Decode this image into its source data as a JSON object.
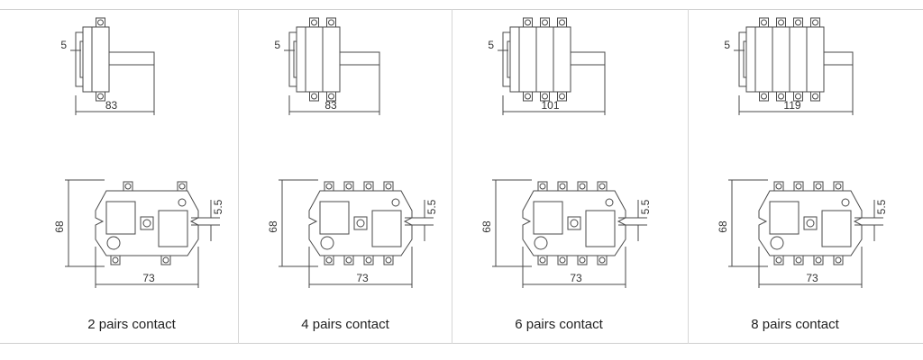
{
  "colors": {
    "line": "#4a4a4a",
    "separator": "#cfcfcf",
    "text": "#333333"
  },
  "panels": [
    {
      "caption": "2 pairs contact",
      "pairs": 2,
      "side_dims": {
        "offset": "5",
        "length": "83"
      },
      "front_dims": {
        "height": "68",
        "width": "73",
        "slot": "5.5"
      }
    },
    {
      "caption": "4 pairs contact",
      "pairs": 4,
      "side_dims": {
        "offset": "5",
        "length": "83"
      },
      "front_dims": {
        "height": "68",
        "width": "73",
        "slot": "5.5"
      }
    },
    {
      "caption": "6 pairs contact",
      "pairs": 6,
      "side_dims": {
        "offset": "5",
        "length": "101"
      },
      "front_dims": {
        "height": "68",
        "width": "73",
        "slot": "5.5"
      }
    },
    {
      "caption": "8 pairs contact",
      "pairs": 8,
      "side_dims": {
        "offset": "5",
        "length": "119"
      },
      "front_dims": {
        "height": "68",
        "width": "73",
        "slot": "5.5"
      }
    }
  ]
}
